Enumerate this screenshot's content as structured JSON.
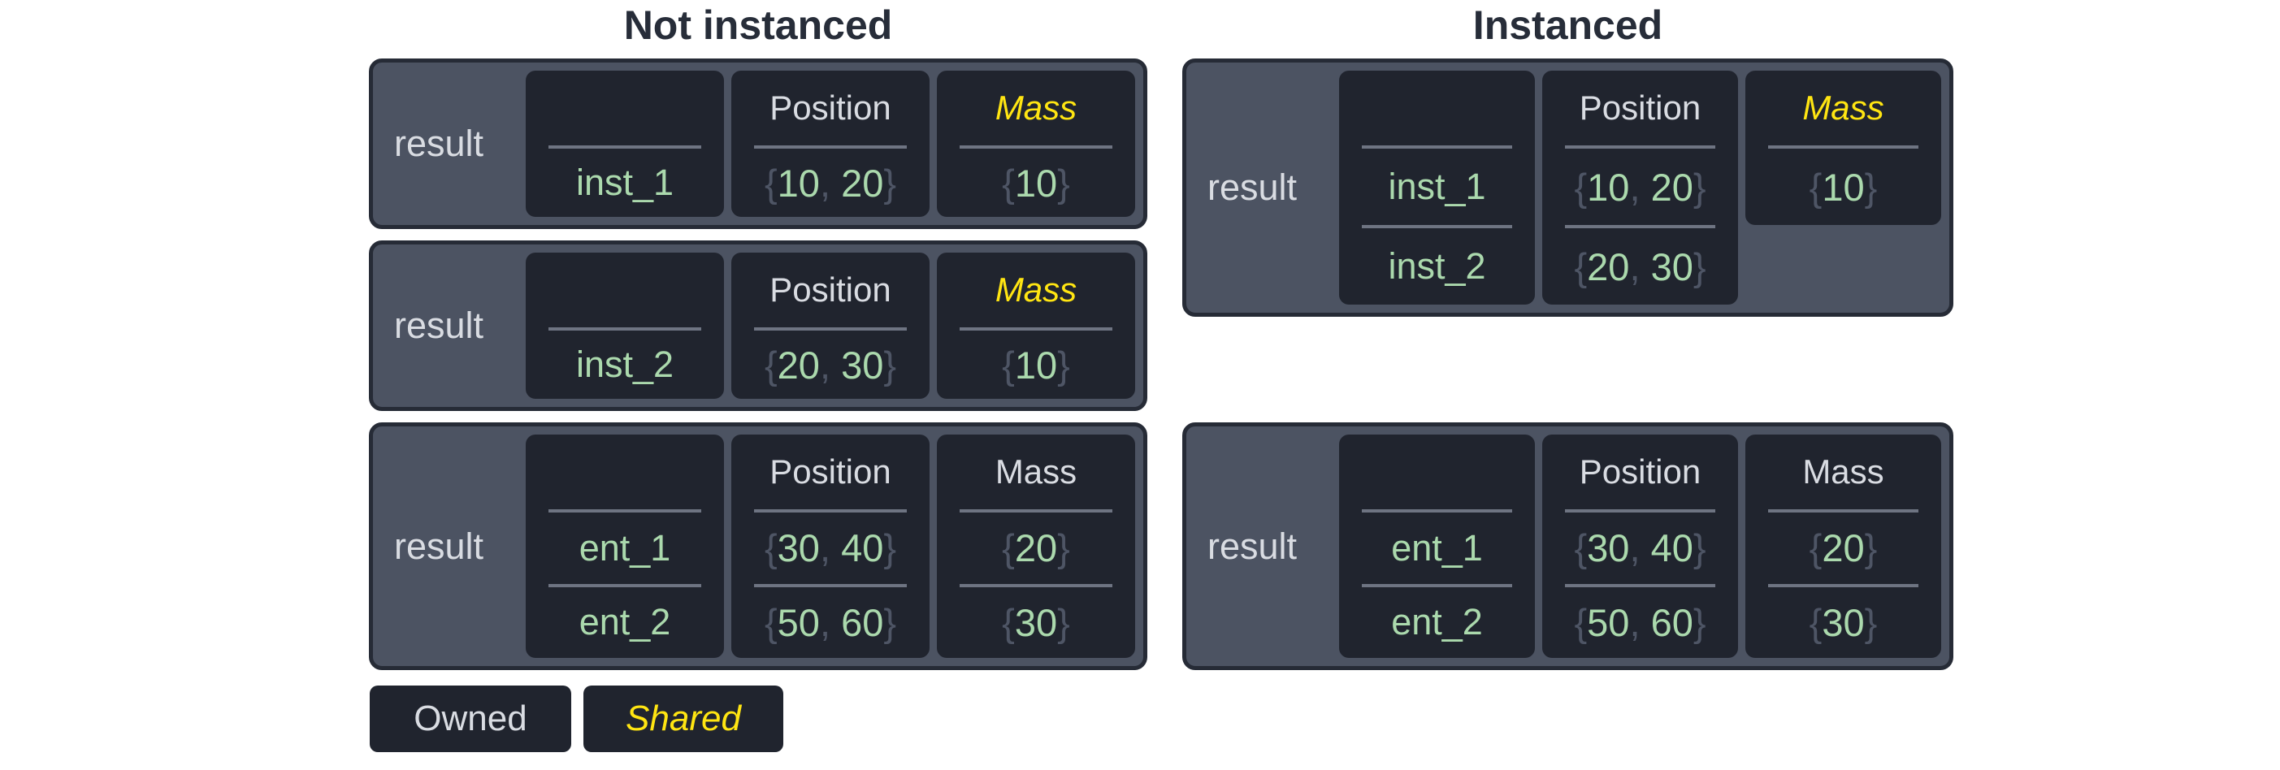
{
  "titles": {
    "not_instanced": "Not instanced",
    "instanced": "Instanced"
  },
  "legend": {
    "owned_label": "Owned",
    "shared_label": "Shared"
  },
  "value_format": {
    "open": "{",
    "separator": ", ",
    "close": "}"
  },
  "colors": {
    "page_bg": "#ffffff",
    "title_text": "#272d39",
    "panel_bg": "#4c5362",
    "panel_border": "#262b36",
    "card_bg": "#20242e",
    "divider": "#6e7482",
    "text_light": "#d9dce2",
    "shared_yellow": "#ffe512",
    "value_green": "#abd9ad",
    "punct_gray": "#4e5565"
  },
  "panels": {
    "ni1": {
      "result": "result",
      "col_entity": {
        "header": "",
        "shared": false,
        "rows": [
          "inst_1"
        ]
      },
      "col_position": {
        "header": "Position",
        "shared": false,
        "rows": [
          [
            "10",
            "20"
          ]
        ]
      },
      "col_mass": {
        "header": "Mass",
        "shared": true,
        "rows": [
          [
            "10"
          ]
        ]
      }
    },
    "ni2": {
      "result": "result",
      "col_entity": {
        "header": "",
        "shared": false,
        "rows": [
          "inst_2"
        ]
      },
      "col_position": {
        "header": "Position",
        "shared": false,
        "rows": [
          [
            "20",
            "30"
          ]
        ]
      },
      "col_mass": {
        "header": "Mass",
        "shared": true,
        "rows": [
          [
            "10"
          ]
        ]
      }
    },
    "ni3": {
      "result": "result",
      "col_entity": {
        "header": "",
        "shared": false,
        "rows": [
          "ent_1",
          "ent_2"
        ]
      },
      "col_position": {
        "header": "Position",
        "shared": false,
        "rows": [
          [
            "30",
            "40"
          ],
          [
            "50",
            "60"
          ]
        ]
      },
      "col_mass": {
        "header": "Mass",
        "shared": false,
        "rows": [
          [
            "20"
          ],
          [
            "30"
          ]
        ]
      }
    },
    "i1": {
      "result": "result",
      "col_entity": {
        "header": "",
        "shared": false,
        "rows": [
          "inst_1",
          "inst_2"
        ]
      },
      "col_position": {
        "header": "Position",
        "shared": false,
        "rows": [
          [
            "10",
            "20"
          ],
          [
            "20",
            "30"
          ]
        ]
      },
      "col_mass": {
        "header": "Mass",
        "shared": true,
        "rows": [
          [
            "10"
          ]
        ]
      }
    },
    "i2": {
      "result": "result",
      "col_entity": {
        "header": "",
        "shared": false,
        "rows": [
          "ent_1",
          "ent_2"
        ]
      },
      "col_position": {
        "header": "Position",
        "shared": false,
        "rows": [
          [
            "30",
            "40"
          ],
          [
            "50",
            "60"
          ]
        ]
      },
      "col_mass": {
        "header": "Mass",
        "shared": false,
        "rows": [
          [
            "20"
          ],
          [
            "30"
          ]
        ]
      }
    }
  }
}
